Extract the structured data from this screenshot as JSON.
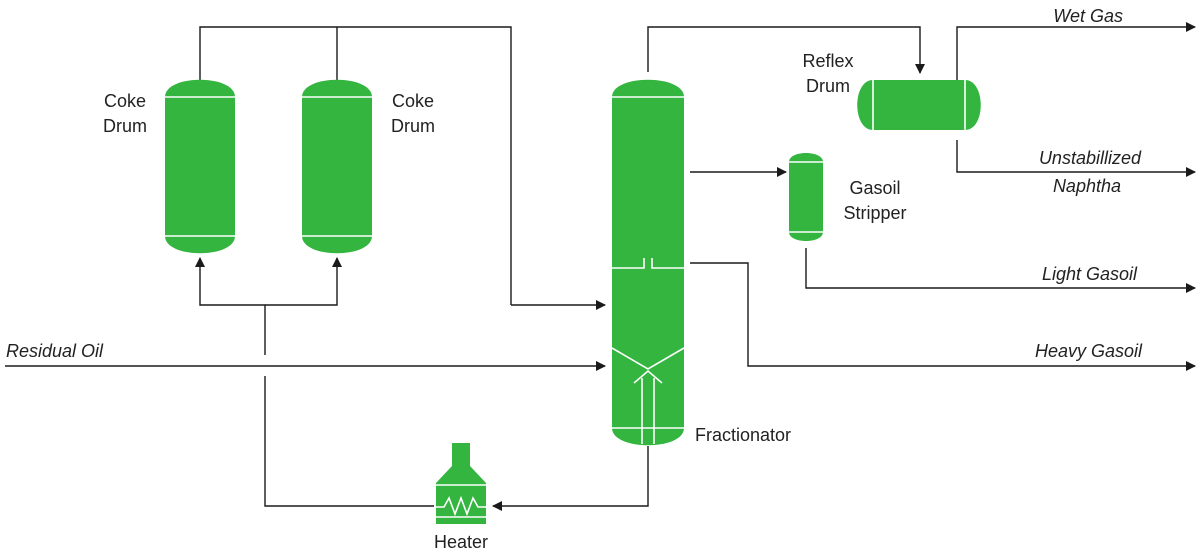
{
  "colors": {
    "vessel": "#33b540",
    "line": "#1a1a1a",
    "text": "#222222"
  },
  "labels": {
    "coke_drum_left": [
      "Coke",
      "Drum"
    ],
    "coke_drum_right": [
      "Coke",
      "Drum"
    ],
    "reflex_drum": [
      "Reflex",
      "Drum"
    ],
    "gasoil_stripper": [
      "Gasoil",
      "Stripper"
    ],
    "fractionator": "Fractionator",
    "heater": "Heater"
  },
  "streams": {
    "residual_oil": "Residual Oil",
    "wet_gas": "Wet Gas",
    "unstabilized_naphtha": [
      "Unstabillized",
      "Naphtha"
    ],
    "light_gasoil": "Light Gasoil",
    "heavy_gasoil": "Heavy Gasoil"
  }
}
